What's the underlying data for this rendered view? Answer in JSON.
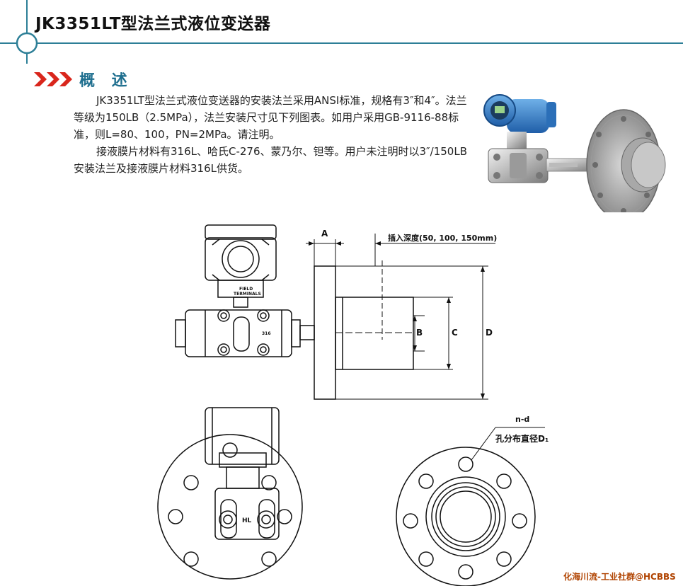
{
  "header": {
    "title": "JK3351LT型法兰式液位变送器"
  },
  "section": {
    "title": "概 述",
    "icon": "triple-chevron-icon"
  },
  "intro": {
    "paragraph1": "JK3351LT型法兰式液位变送器的安装法兰采用ANSI标准，规格有3″和4″。法兰等级为150LB（2.5MPa），法兰安装尺寸见下列图表。如用户采用GB-9116-88标准，则L=80、100，PN=2MPa。请注明。",
    "paragraph2": "接液膜片材料有316L、哈氏C-276、蒙乃尔、钽等。用户未注明时以3″/150LB安装法兰及接液膜片材料316L供货。"
  },
  "drawing": {
    "label_A": "A",
    "label_insertion": "插入深度(50, 100, 150mm)",
    "label_B": "B",
    "label_C": "C",
    "label_D": "D",
    "label_field_terminals_1": "FIELD",
    "label_field_terminals_2": "TERMINALS",
    "label_hl": "HL",
    "label_316": "316",
    "label_nd": "n-d",
    "label_bolt_circle": "孔分布直径D₁"
  },
  "watermark": "化海川流-工业社群@HCBBS",
  "colors": {
    "accent_teal": "#1f6f8f",
    "chevron_red": "#d9261c",
    "rule": "#2d7f97",
    "watermark": "#b04300"
  }
}
